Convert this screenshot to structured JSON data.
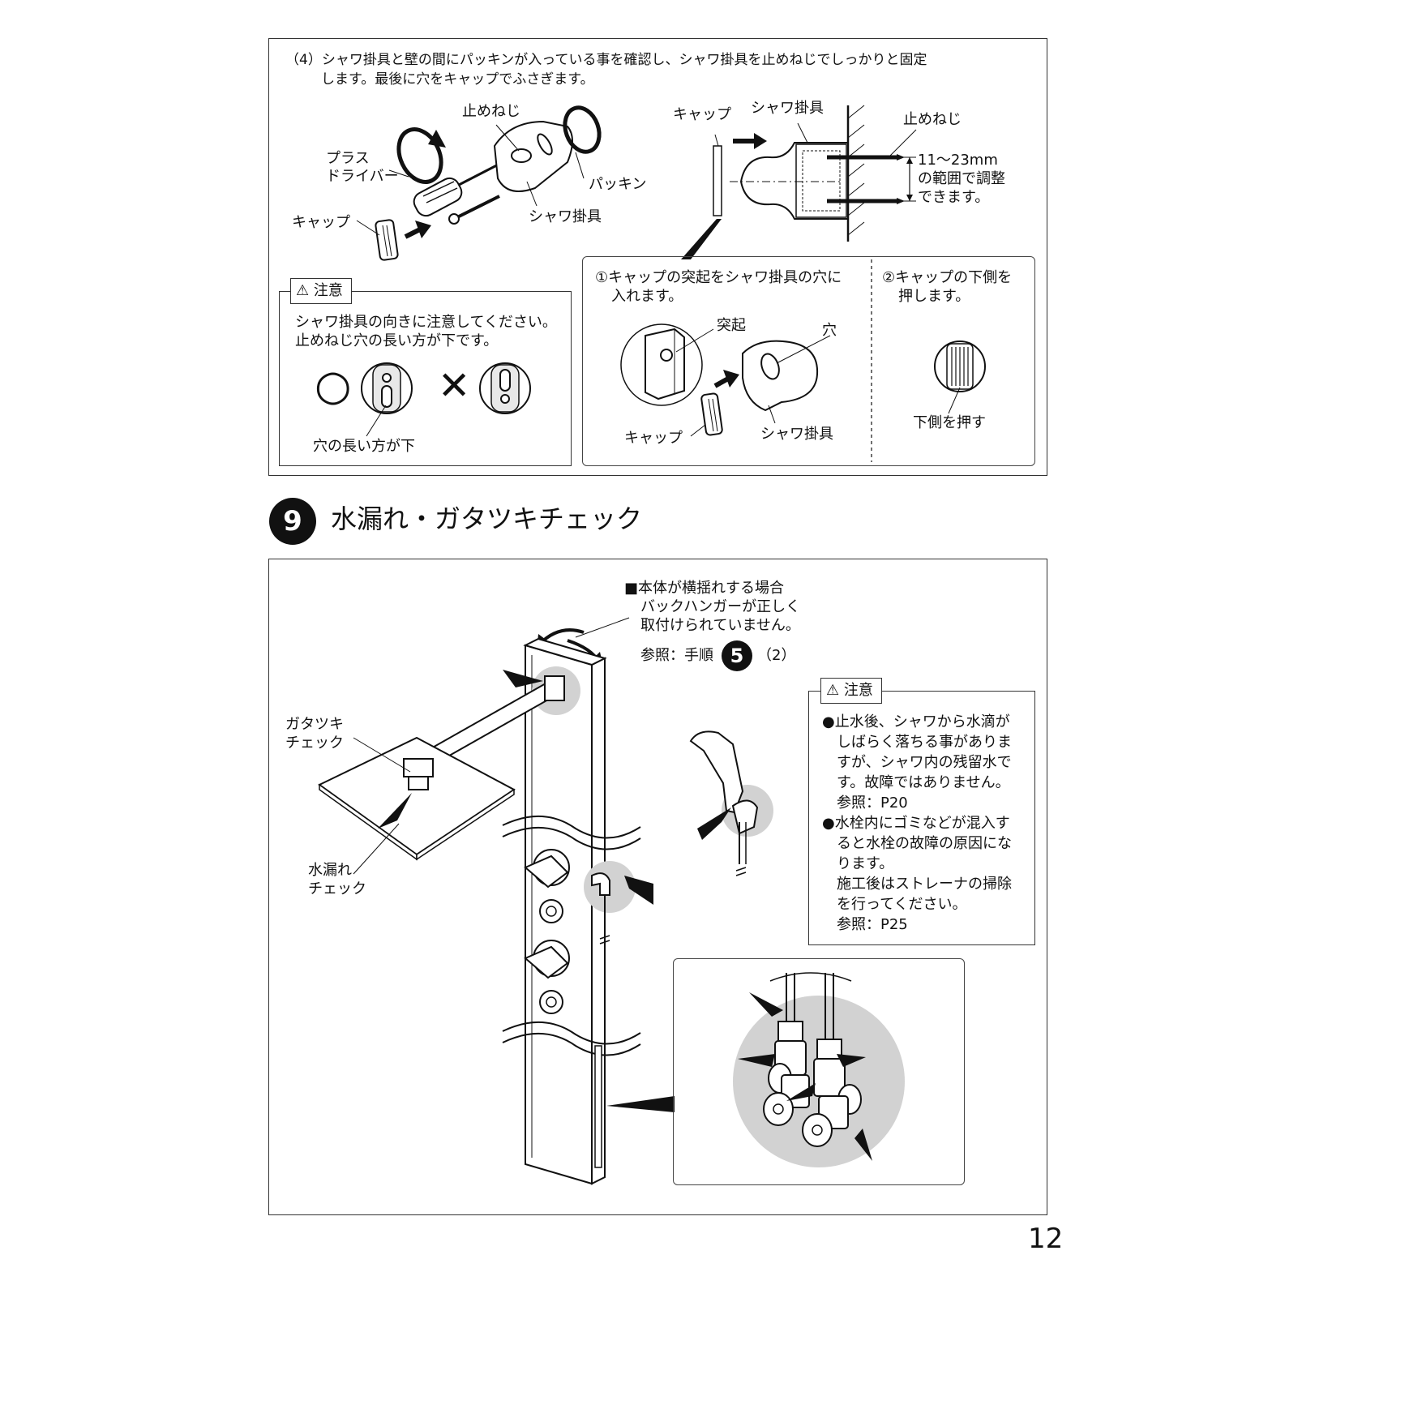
{
  "step4": {
    "instruction_line1": "（4）シャワ掛具と壁の間にパッキンが入っている事を確認し、シャワ掛具を止めねじでしっかりと固定",
    "instruction_line2": "します。最後に穴をキャップでふさぎます。",
    "left_figure": {
      "screw": "止めねじ",
      "driver_line1": "プラス",
      "driver_line2": "ドライバー",
      "packing": "パッキン",
      "holder": "シャワ掛具",
      "cap": "キャップ"
    },
    "right_figure": {
      "cap": "キャップ",
      "holder": "シャワ掛具",
      "screw": "止めねじ",
      "range_line1": "11〜23mm",
      "range_line2": "の範囲で調整",
      "range_line3": "できます。"
    },
    "caution": {
      "label": "注意",
      "text_line1": "シャワ掛具の向きに注意してください。",
      "text_line2": "止めねじ穴の長い方が下です。",
      "ok_mark": "○",
      "ng_mark": "✕",
      "caption": "穴の長い方が下"
    },
    "cap_steps": {
      "step1_line1": "①キャップの突起をシャワ掛具の穴に",
      "step1_line2": "入れます。",
      "protrusion": "突起",
      "hole": "穴",
      "cap": "キャップ",
      "holder": "シャワ掛具",
      "step2_line1": "②キャップの下側を",
      "step2_line2": "押します。",
      "push_bottom": "下側を押す"
    }
  },
  "section9": {
    "number": "9",
    "title": "水漏れ・ガタツキチェック",
    "sway_line1": "■本体が横揺れする場合",
    "sway_line2": "バックハンガーが正しく",
    "sway_line3": "取付けられていません。",
    "ref_prefix": "参照：手順",
    "ref_step": "5",
    "ref_suffix": "（2）",
    "rattle_line1": "ガタツキ",
    "rattle_line2": "チェック",
    "leak_line1": "水漏れ",
    "leak_line2": "チェック",
    "caution": {
      "label": "注意",
      "lines": [
        "●止水後、シャワから水滴が",
        "　しばらく落ちる事がありま",
        "　すが、シャワ内の残留水で",
        "　す。故障ではありません。",
        "　参照：P20",
        "●水栓内にゴミなどが混入す",
        "　ると水栓の故障の原因にな",
        "　ります。",
        "　施工後はストレーナの掃除",
        "　を行ってください。",
        "　参照：P25"
      ]
    }
  },
  "page_number": "12",
  "colors": {
    "ink": "#111111",
    "highlight_gray": "#d2d2d2",
    "panel_gray": "#e8e8e8"
  }
}
